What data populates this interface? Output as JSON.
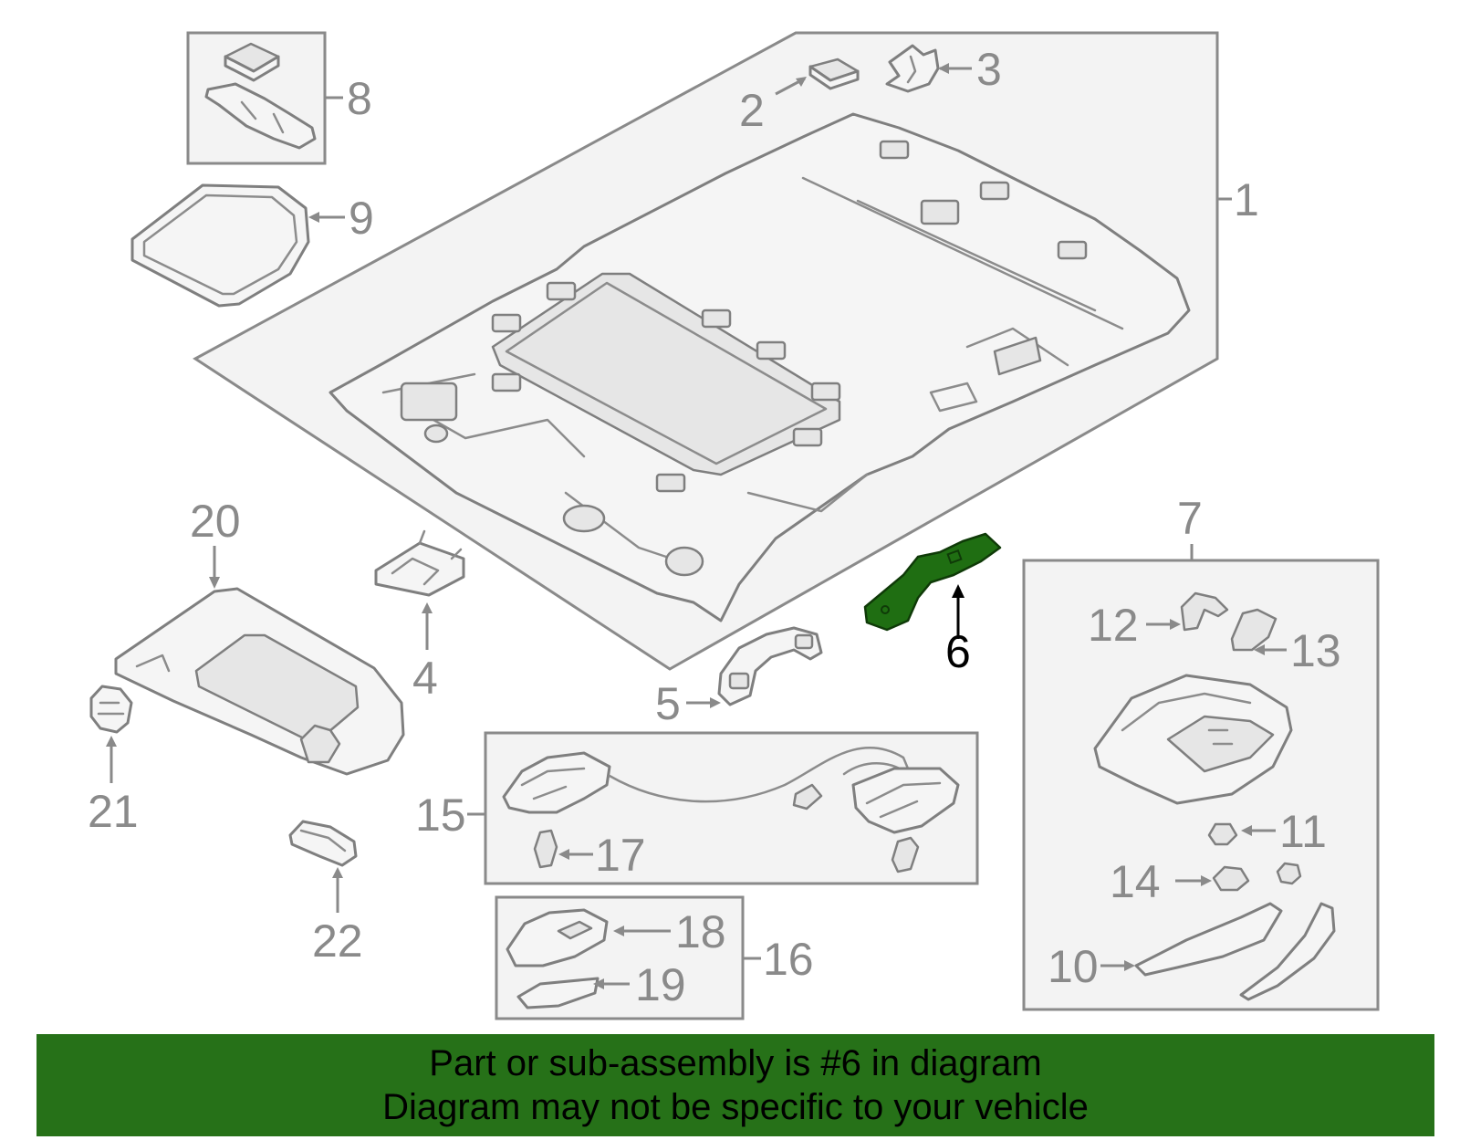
{
  "callouts": {
    "c1": "1",
    "c2": "2",
    "c3": "3",
    "c4": "4",
    "c5": "5",
    "c6": "6",
    "c7": "7",
    "c8": "8",
    "c9": "9",
    "c10": "10",
    "c11": "11",
    "c12": "12",
    "c13": "13",
    "c14": "14",
    "c15": "15",
    "c16": "16",
    "c17": "17",
    "c18": "18",
    "c19": "19",
    "c20": "20",
    "c21": "21",
    "c22": "22"
  },
  "highlighted_part": "6",
  "colors": {
    "highlight": "#1f6e12",
    "banner": "#267118",
    "line": "#8a8a8a"
  },
  "banner": {
    "line1": "Part or sub-assembly is #6 in diagram",
    "line2": "Diagram may not be specific to your vehicle"
  }
}
